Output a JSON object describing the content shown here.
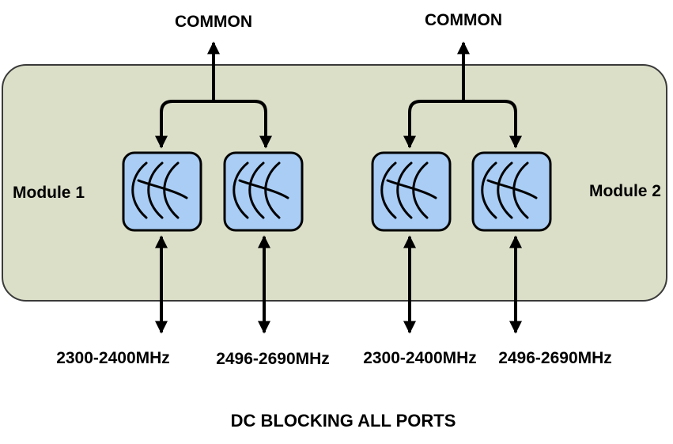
{
  "diagram": {
    "modules": [
      {
        "label": "Module 1",
        "common_label": "COMMON",
        "bands": [
          "2300-2400MHz",
          "2496-2690MHz"
        ]
      },
      {
        "label": "Module 2",
        "common_label": "COMMON",
        "bands": [
          "2300-2400MHz",
          "2496-2690MHz"
        ]
      }
    ],
    "footer": "DC BLOCKING ALL PORTS"
  },
  "colors": {
    "enclosure_fill": "#dcdfc8",
    "enclosure_stroke": "#3a3a3a",
    "filter_fill": "#a9cdf5",
    "filter_stroke": "#000000",
    "line": "#000000"
  },
  "icons": {
    "filter": "bandpass-filter-icon",
    "arrow": "arrow-icon"
  }
}
